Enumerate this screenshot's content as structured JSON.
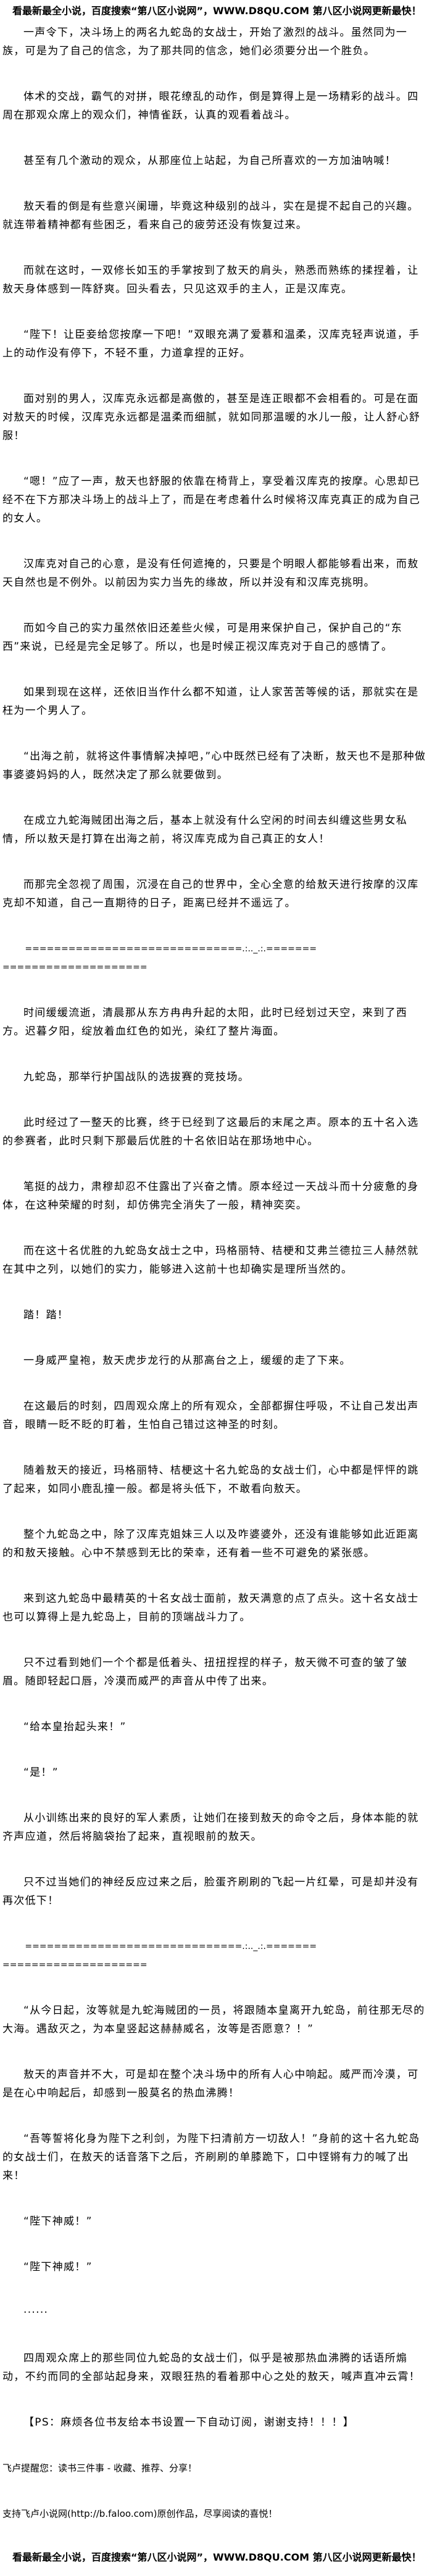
{
  "banner": "看最新最全小说，百度搜索“第八区小说网”，WWW.D8QU.COM 第八区小说网更新最快！",
  "paragraphs": [
    {
      "type": "p",
      "text": "一声令下，决斗场上的两名九蛇岛的女战士，开始了激烈的战斗。虽然同为一族，可是为了自己的信念，为了那共同的信念，她们必须要分出一个胜负。"
    },
    {
      "type": "p",
      "text": "体术的交战，霸气的对拼，眼花缭乱的动作，倒是算得上是一场精彩的战斗。四周在那观众席上的观众们，神情雀跃，认真的观看着战斗。"
    },
    {
      "type": "p",
      "text": "甚至有几个激动的观众，从那座位上站起，为自己所喜欢的一方加油呐喊！"
    },
    {
      "type": "p",
      "text": "敖天看的倒是有些意兴阑珊，毕竟这种级别的战斗，实在是提不起自己的兴趣。就连带着精神都有些困乏，看来自己的疲劳还没有恢复过来。"
    },
    {
      "type": "p",
      "text": "而就在这时，一双修长如玉的手掌按到了敖天的肩头，熟悉而熟练的揉捏着，让敖天身体感到一阵舒爽。回头看去，只见这双手的主人，正是汉库克。"
    },
    {
      "type": "p",
      "text": "“陛下！让臣妾给您按摩一下吧！”双眼充满了爱慕和温柔，汉库克轻声说道，手上的动作没有停下，不轻不重，力道拿捏的正好。"
    },
    {
      "type": "p",
      "text": "面对别的男人，汉库克永远都是高傲的，甚至是连正眼都不会相看的。可是在面对敖天的时候，汉库克永远都是温柔而细腻，就如同那温暖的水儿一般，让人舒心舒服！"
    },
    {
      "type": "p",
      "text": "“嗯！”应了一声，敖天也舒服的依靠在椅背上，享受着汉库克的按摩。心思却已经不在下方那决斗场上的战斗上了，而是在考虑着什么时候将汉库克真正的成为自己的女人。"
    },
    {
      "type": "p",
      "text": "汉库克对自己的心意，是没有任何遮掩的，只要是个明眼人都能够看出来，而敖天自然也是不例外。以前因为实力当先的缘故，所以并没有和汉库克挑明。"
    },
    {
      "type": "p",
      "text": "而如今自己的实力虽然依旧还差些火候，可是用来保护自己，保护自己的“东西”来说，已经是完全足够了。所以，也是时候正视汉库克对于自己的感情了。"
    },
    {
      "type": "p",
      "text": "如果到现在这样，还依旧当作什么都不知道，让人家苦苦等候的话，那就实在是枉为一个男人了。"
    },
    {
      "type": "p",
      "text": "“出海之前，就将这件事情解决掉吧，”心中既然已经有了决断，敖天也不是那种做事婆婆妈妈的人，既然决定了那么就要做到。"
    },
    {
      "type": "p",
      "text": "在成立九蛇海贼团出海之后，基本上就没有什么空闲的时间去纠缠这些男女私情，所以敖天是打算在出海之前，将汉库克成为自己真正的女人！"
    },
    {
      "type": "p",
      "text": "而那完全忽视了周围，沉浸在自己的世界中，全心全意的给敖天进行按摩的汉库克却不知道，自己一直期待的日子，距离已经并不遥远了。"
    },
    {
      "type": "divider",
      "line1": "==============================.:.._.:.=======",
      "line2": "===================="
    },
    {
      "type": "p",
      "text": "时间缓缓流逝，清晨那从东方冉冉升起的太阳，此时已经划过天空，来到了西方。迟暮夕阳，绽放着血红色的如光，染红了整片海面。"
    },
    {
      "type": "p",
      "text": "九蛇岛，那举行护国战队的选拔赛的竞技场。"
    },
    {
      "type": "p",
      "text": "此时经过了一整天的比赛，终于已经到了这最后的末尾之声。原本的五十名入选的参赛者，此时只剩下那最后优胜的十名依旧站在那场地中心。"
    },
    {
      "type": "p",
      "text": "笔挺的战力，肃穆却忍不住露出了兴奋之情。原本经过一天战斗而十分疲惫的身体，在这种荣耀的时刻，却仿佛完全消失了一般，精神奕奕。"
    },
    {
      "type": "p",
      "text": "而在这十名优胜的九蛇岛女战士之中，玛格丽特、桔梗和艾弗兰德拉三人赫然就在其中之列，以她们的实力，能够进入这前十也却确实是理所当然的。"
    },
    {
      "type": "p",
      "text": "踏！踏！"
    },
    {
      "type": "p",
      "text": "一身威严皇袍，敖天虎步龙行的从那高台之上，缓缓的走了下来。"
    },
    {
      "type": "p",
      "text": "在这最后的时刻，四周观众席上的所有观众，全部都摒住呼吸，不让自己发出声音，眼睛一眨不眨的盯着，生怕自己错过这神圣的时刻。"
    },
    {
      "type": "p",
      "text": "随着敖天的接近，玛格丽特、桔梗这十名九蛇岛的女战士们，心中都是怦怦的跳了起来，如同小鹿乱撞一般。都是将头低下，不敢看向敖天。"
    },
    {
      "type": "p",
      "text": "整个九蛇岛之中，除了汉库克姐妹三人以及咋婆婆外，还没有谁能够如此近距离的和敖天接触。心中不禁感到无比的荣幸，还有着一些不可避免的紧张感。"
    },
    {
      "type": "p",
      "text": "来到这九蛇岛中最精英的十名女战士面前，敖天满意的点了点头。这十名女战士也可以算得上是九蛇岛上，目前的顶端战斗力了。"
    },
    {
      "type": "p",
      "text": "只不过看到她们一个个都是低着头、扭扭捏捏的样子，敖天微不可查的皱了皱眉。随即轻起口唇，冷漠而威严的声音从中传了出来。"
    },
    {
      "type": "p",
      "text": "“给本皇抬起头来！”"
    },
    {
      "type": "p",
      "text": "“是！”"
    },
    {
      "type": "p",
      "text": "从小训练出来的良好的军人素质，让她们在接到敖天的命令之后，身体本能的就齐声应道，然后将脑袋抬了起来，直视眼前的敖天。"
    },
    {
      "type": "p",
      "text": "只不过当她们的神经反应过来之后，脸蛋齐刷刷的飞起一片红晕，可是却并没有再次低下！"
    },
    {
      "type": "divider",
      "line1": "==============================.:.._.:.=======",
      "line2": "===================="
    },
    {
      "type": "p",
      "text": "“从今日起，汝等就是九蛇海贼团的一员，将跟随本皇离开九蛇岛，前往那无尽的大海。遇敌灭之，为本皇竖起这赫赫威名，汝等是否愿意？！”"
    },
    {
      "type": "p",
      "text": "敖天的声音并不大，可是却在整个决斗场中的所有人心中响起。威严而冷漠，可是在心中响起后，却感到一股莫名的热血沸腾！"
    },
    {
      "type": "p",
      "text": "“吾等誓将化身为陛下之利剑，为陛下扫清前方一切敌人！”身前的这十名九蛇岛的女战士们，在敖天的话音落下之后，齐刷刷的单膝跪下，口中铿锵有力的喊了出来！"
    },
    {
      "type": "p",
      "text": "“陛下神威！”"
    },
    {
      "type": "p",
      "text": "“陛下神威！”"
    },
    {
      "type": "p",
      "text": "······"
    },
    {
      "type": "p",
      "text": "四周观众席上的那些同位九蛇岛的女战士们，似乎是被那热血沸腾的话语所煽动，不约而同的全部站起身来，双眼狂热的看着那中心之处的敖天，喊声直冲云霄！"
    },
    {
      "type": "p",
      "text": "【PS：麻烦各位书友给本书设置一下自动订阅，谢谢支持！！！】"
    },
    {
      "type": "note",
      "text": "飞卢提醒您：读书三件事 - 收藏、推荐、分享！"
    },
    {
      "type": "note",
      "text": "支持飞卢小说网(http://b.faloo.com)原创作品，尽享阅读的喜悦！"
    }
  ]
}
